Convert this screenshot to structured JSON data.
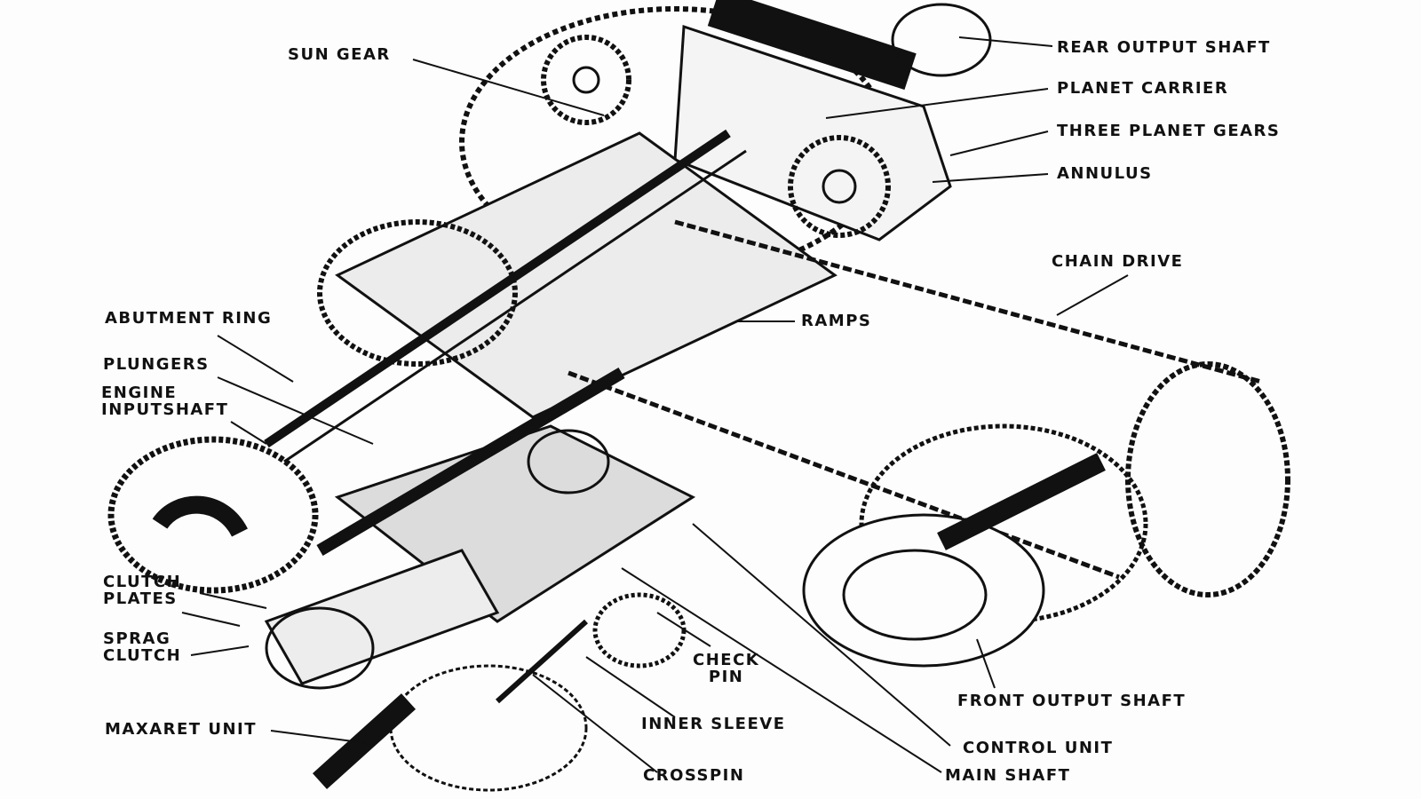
{
  "diagram": {
    "title": "Four-wheel-drive transfer gearbox with Maxaret unit (cutaway)",
    "ink_color": "#111111",
    "paper_color": "#fdfdfd",
    "labels": {
      "sun_gear": "SUN GEAR",
      "rear_output_shaft": "REAR OUTPUT SHAFT",
      "planet_carrier": "PLANET CARRIER",
      "three_planet_gears": "THREE PLANET GEARS",
      "annulus": "ANNULUS",
      "chain_drive": "CHAIN DRIVE",
      "ramps": "RAMPS",
      "abutment_ring": "ABUTMENT  RING",
      "plungers": "PLUNGERS",
      "engine_input_shaft": "ENGINE\nINPUTSHAFT",
      "clutch_plates": "CLUTCH\nPLATES",
      "sprag_clutch": "SPRAG\nCLUTCH",
      "maxaret_unit": "MAXARET UNIT",
      "check_pin": "CHECK\nPIN",
      "inner_sleeve": "INNER  SLEEVE",
      "crosspin": "CROSSPIN",
      "front_output_shaft": "FRONT  OUTPUT SHAFT",
      "control_unit": "CONTROL UNIT",
      "main_shaft": "MAIN  SHAFT"
    }
  }
}
